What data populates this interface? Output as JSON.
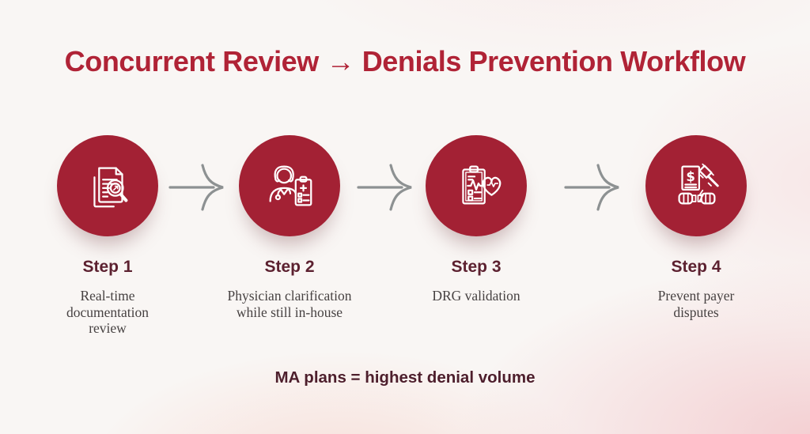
{
  "title": "Concurrent Review → Denials Prevention Workflow",
  "steps": [
    {
      "label": "Step 1",
      "description": "Real-time documentation review",
      "icon": "document-magnifier-icon"
    },
    {
      "label": "Step 2",
      "description": "Physician clarification while still in-house",
      "icon": "physician-clipboard-icon"
    },
    {
      "label": "Step 3",
      "description": "DRG validation",
      "icon": "clipboard-heart-ekg-icon"
    },
    {
      "label": "Step 4",
      "description": "Prevent payer disputes",
      "icon": "money-gavel-fists-icon"
    }
  ],
  "footer_note": "MA plans = highest denial volume",
  "colors": {
    "accent_red": "#a32134",
    "title_red": "#b02336",
    "step_label_maroon": "#5c2130",
    "description_gray": "#474242",
    "footer_maroon": "#4d1e2c",
    "arrow_gray": "#8d9192"
  }
}
